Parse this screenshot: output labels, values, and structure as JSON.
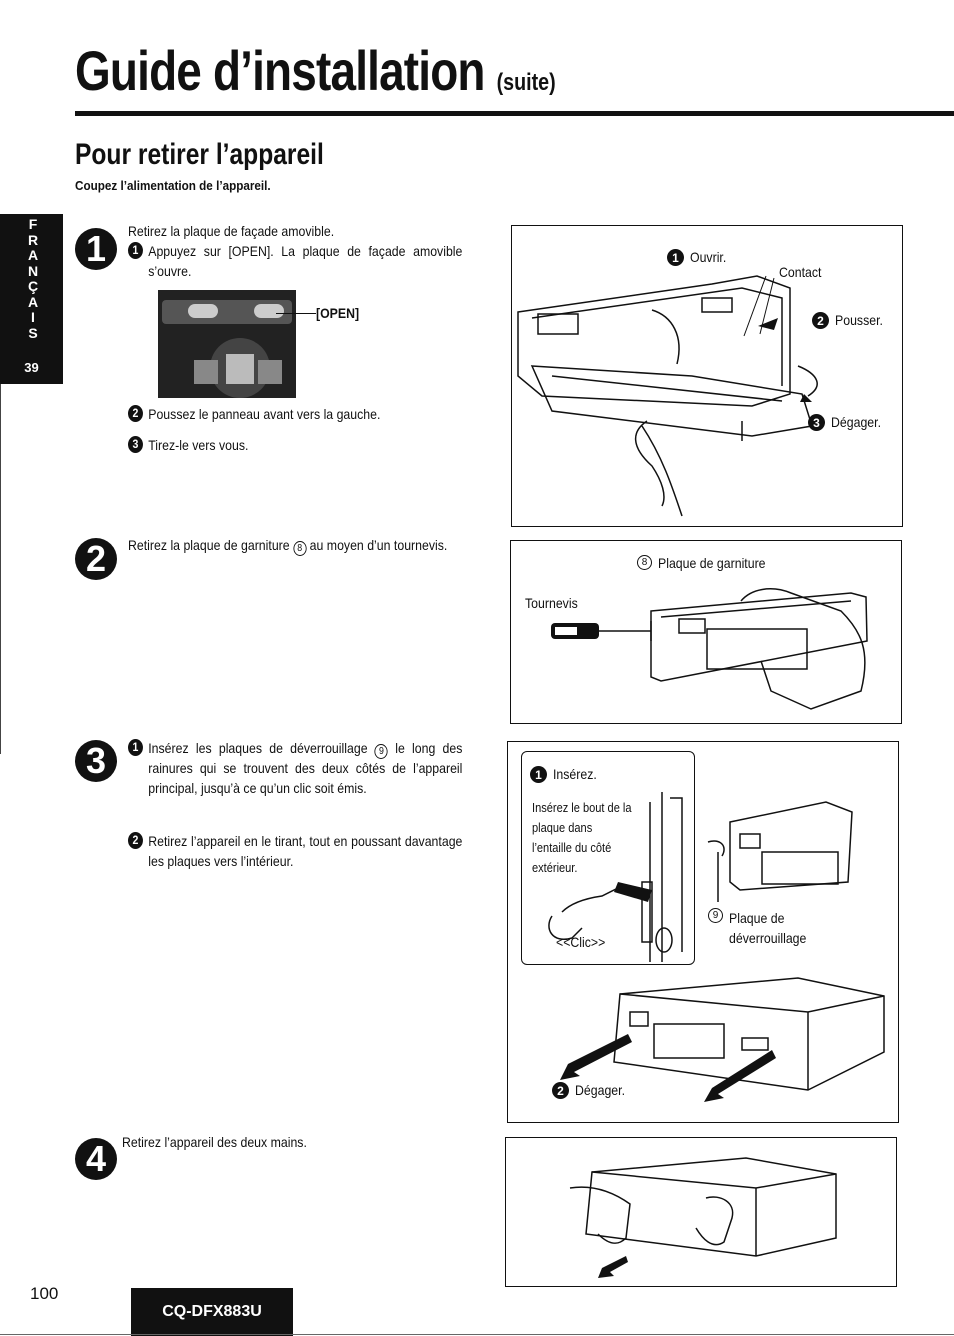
{
  "header": {
    "title": "Guide d’installation",
    "title_suffix": "(suite)"
  },
  "section": {
    "title": "Pour retirer l’appareil",
    "subtitle": "Coupez l’alimentation de l’appareil."
  },
  "side_tab": {
    "letters": [
      "F",
      "R",
      "A",
      "N",
      "Ç",
      "A",
      "I",
      "S"
    ],
    "page": "39"
  },
  "steps": [
    {
      "number": "1",
      "intro": "Retirez la plaque de façade amovible.",
      "substeps": [
        {
          "badge": "1",
          "text": "Appuyez sur [OPEN]. La plaque de façade amovible s’ouvre."
        },
        {
          "badge": "2",
          "text": "Poussez le panneau avant vers la gauche."
        },
        {
          "badge": "3",
          "text": "Tirez-le vers vous."
        }
      ],
      "open_label": "[OPEN]",
      "figure_labels": {
        "ouvrir": "Ouvrir.",
        "contact": "Contact",
        "pousser": "Pousser.",
        "degager": "Dégager."
      }
    },
    {
      "number": "2",
      "text_before": "Retirez la plaque de garniture",
      "ref": "8",
      "text_after": "au moyen d’un tournevis.",
      "figure_labels": {
        "plaque_ref": "8",
        "plaque": "Plaque de garniture",
        "tournevis": "Tournevis"
      }
    },
    {
      "number": "3",
      "substeps": [
        {
          "badge": "1",
          "text_before": "Insérez les plaques de déverrouillage",
          "ref": "9",
          "text_after": "le long des rainures qui se trouvent des deux côtés de l’appareil principal, jusqu’à ce qu’un clic soit émis."
        },
        {
          "badge": "2",
          "text": "Retirez l’appareil en le tirant, tout en poussant davantage les plaques vers l’intérieur."
        }
      ],
      "figure_labels": {
        "inserez": "Insérez.",
        "inset_note": "Insérez le bout de la plaque dans l’entaille du côté extérieur.",
        "clic": "<<Clic>>",
        "plaque_ref": "9",
        "plaque": "Plaque de déverrouillage",
        "degager": "Dégager."
      }
    },
    {
      "number": "4",
      "text": "Retirez l’appareil des deux mains."
    }
  ],
  "footer": {
    "page_number": "100",
    "model": "CQ-DFX883U"
  }
}
